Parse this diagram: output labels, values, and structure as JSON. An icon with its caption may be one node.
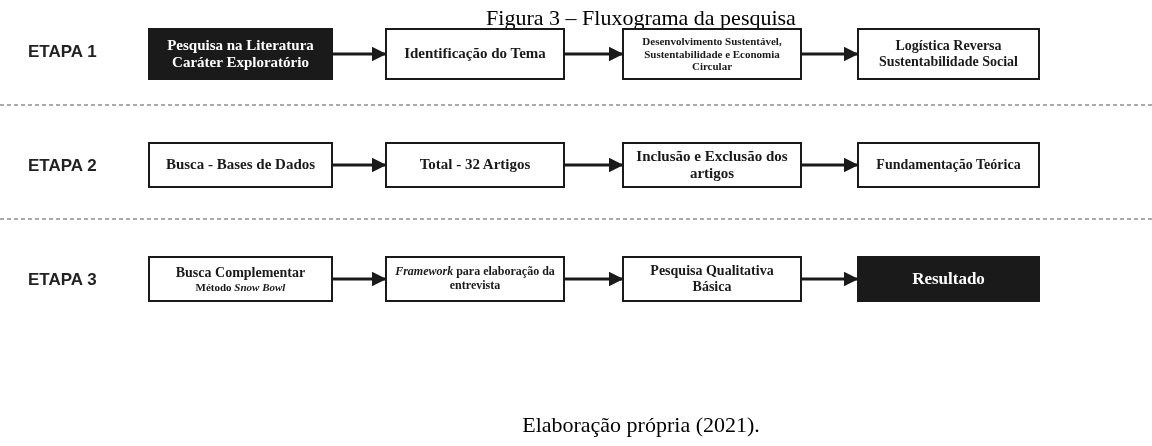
{
  "diagram": {
    "title": "Figura 3 – Fluxograma da pesquisa",
    "caption": "Elaboração própria (2021).",
    "nodes": [
      {
        "text": [
          "Pesquisa na Literatura Caráter Exploratório"
        ]
      },
      {
        "text": [
          "Identificação do Tema"
        ]
      },
      {
        "text": [
          "Desenvolvimento Sustentável, Sustentabilidade e Economia Circular"
        ]
      },
      {
        "text": [
          "Logística Reversa Sustentabilidade Social"
        ]
      },
      {
        "text": [
          "Busca - Bases de Dados"
        ]
      },
      {
        "text": [
          "Total - 32 Artigos"
        ]
      },
      {
        "text": [
          "Inclusão e Exclusão dos artigos"
        ]
      },
      {
        "text": [
          "Fundamentação Teórica"
        ]
      },
      {
        "text": [
          "Busca Complementar",
          "Método *Snow Bowl*"
        ]
      },
      {
        "text": [
          "*Framework* para elaboração da entrevista"
        ]
      },
      {
        "text": [
          "Pesquisa Qualitativa Básica"
        ]
      },
      {
        "text": [
          "Resultado"
        ]
      }
    ],
    "edges": [
      {
        "from": 0,
        "to": 1,
        "arrow": "to"
      },
      {
        "from": 1,
        "to": 2,
        "arrow": "to"
      },
      {
        "from": 2,
        "to": 3,
        "arrow": "to"
      },
      {
        "from": 4,
        "to": 5,
        "arrow": "to"
      },
      {
        "from": 5,
        "to": 6,
        "arrow": "to"
      },
      {
        "from": 6,
        "to": 7,
        "arrow": "to"
      },
      {
        "from": 8,
        "to": 9,
        "arrow": "to"
      },
      {
        "from": 9,
        "to": 10,
        "arrow": "to"
      },
      {
        "from": 10,
        "to": 11,
        "arrow": "to"
      }
    ],
    "labels": [
      "ETAPA 1",
      "ETAPA 2",
      "ETAPA 3"
    ]
  }
}
